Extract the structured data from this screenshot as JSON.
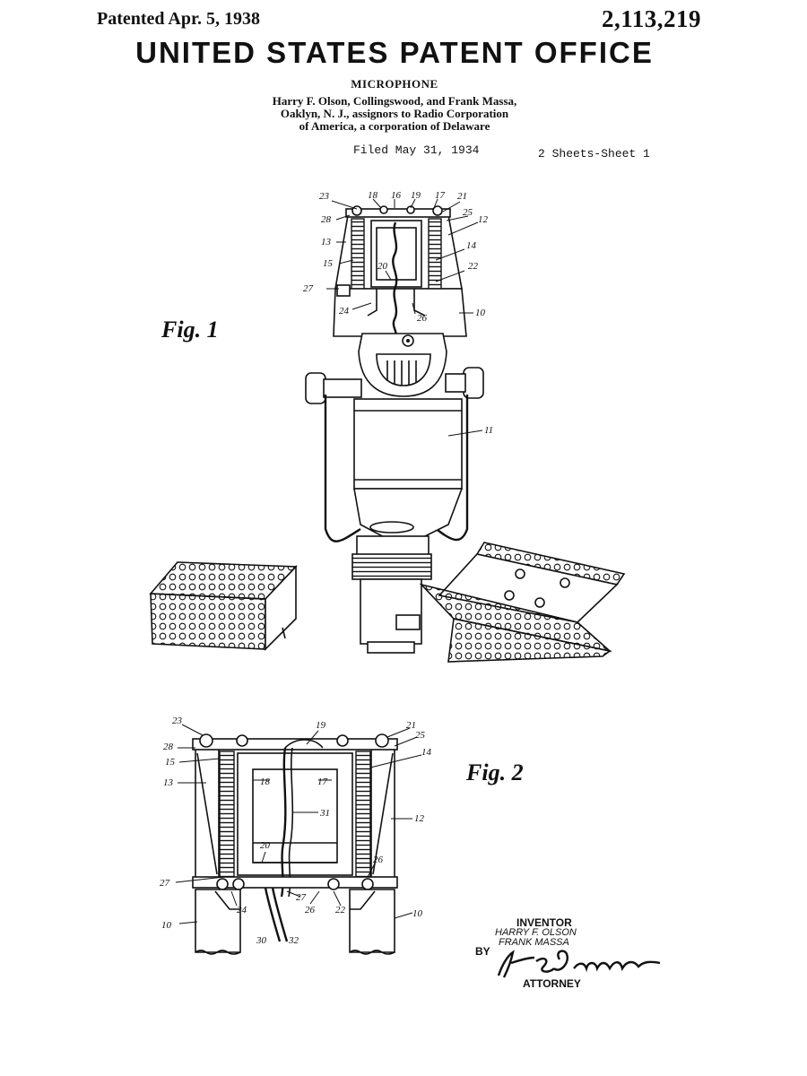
{
  "header": {
    "patented_date": "Patented Apr. 5, 1938",
    "patent_number": "2,113,219",
    "office_title": "UNITED STATES PATENT OFFICE",
    "invention_title": "MICROPHONE",
    "inventor_lines": [
      "Harry F. Olson, Collingswood, and Frank Massa,",
      "Oaklyn, N. J., assignors to Radio Corporation",
      "of America, a corporation of Delaware"
    ],
    "filed_date": "Filed May 31, 1934",
    "sheets": "2 Sheets-Sheet 1"
  },
  "figures": {
    "fig1_label": "Fig. 1",
    "fig2_label": "Fig. 2",
    "fig1_refs": [
      "23",
      "18",
      "16",
      "19",
      "17",
      "21",
      "25",
      "12",
      "28",
      "13",
      "14",
      "15",
      "20",
      "22",
      "27",
      "24",
      "26",
      "10",
      "11"
    ],
    "fig2_refs": [
      "23",
      "19",
      "21",
      "25",
      "28",
      "14",
      "15",
      "13",
      "18",
      "17",
      "31",
      "12",
      "20",
      "27",
      "26",
      "24",
      "27",
      "26",
      "22",
      "10",
      "10",
      "30",
      "32"
    ]
  },
  "signature_block": {
    "inventor_label": "INVENTOR",
    "inventor_names": [
      "HARRY F. OLSON",
      "FRANK MASSA"
    ],
    "by_label": "BY",
    "attorney_label": "ATTORNEY",
    "signature": "H. S. Grover"
  }
}
